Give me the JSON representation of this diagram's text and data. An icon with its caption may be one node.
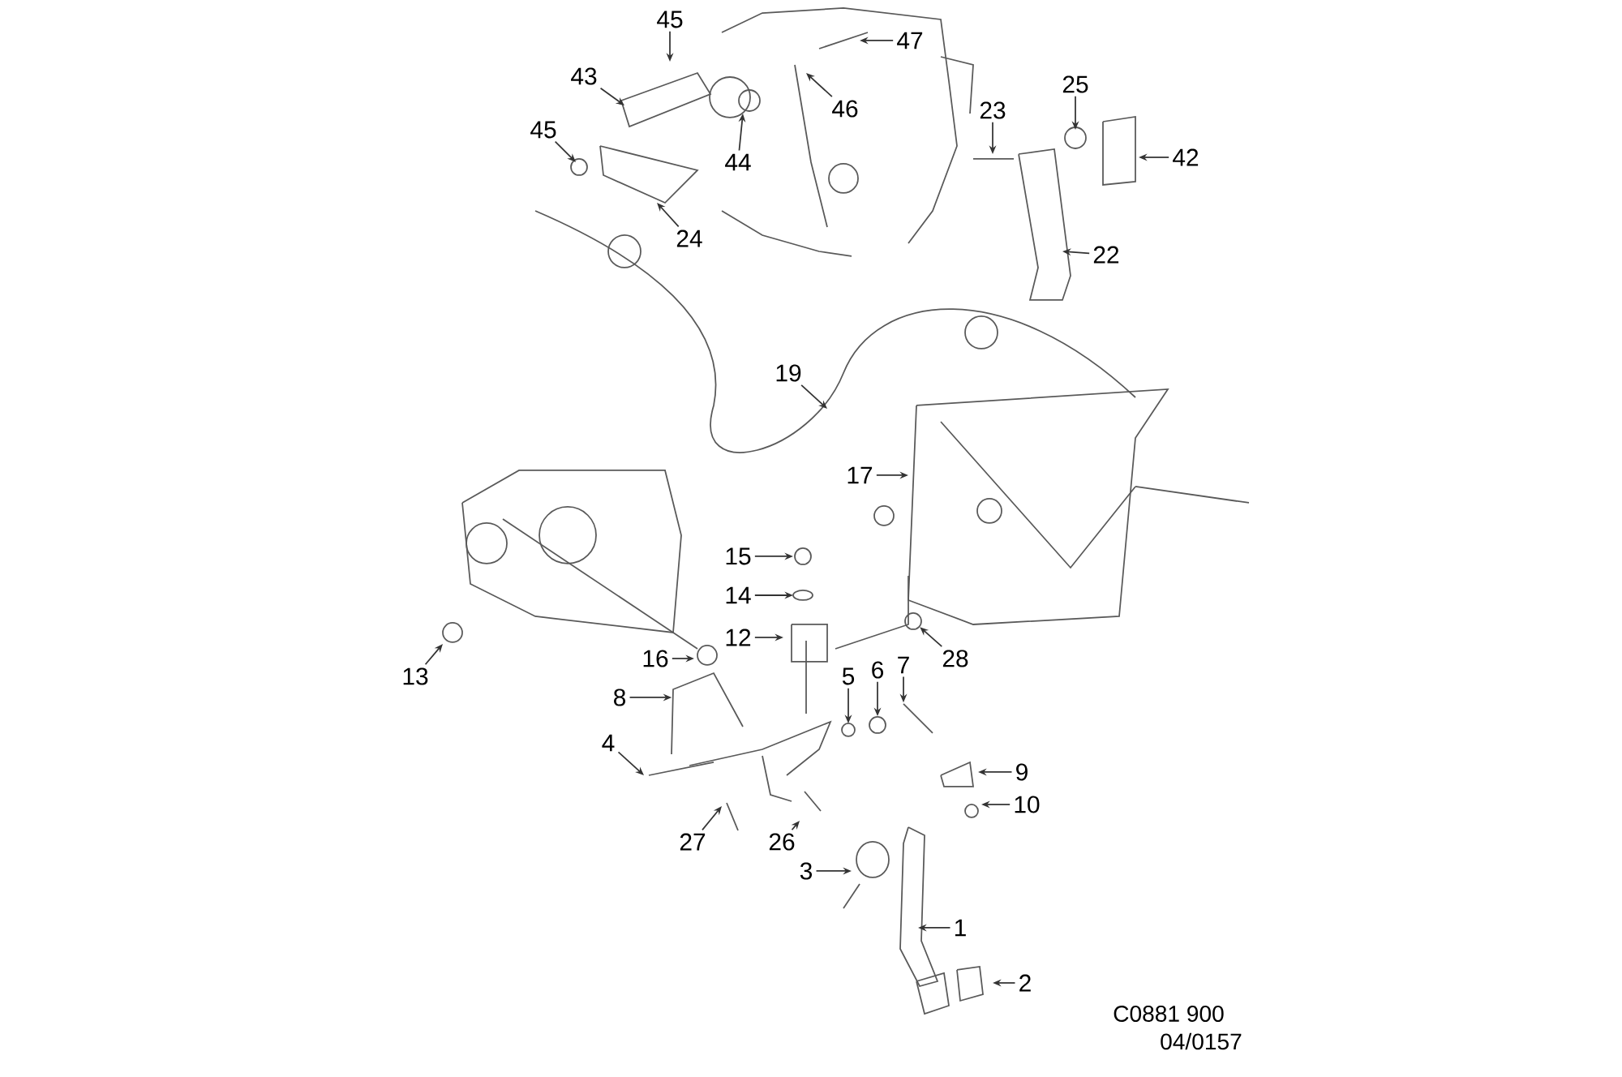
{
  "diagram": {
    "nodes": [
      {
        "text": [
          "45"
        ]
      },
      {
        "text": [
          "47"
        ]
      },
      {
        "text": [
          "43"
        ]
      },
      {
        "text": [
          "46"
        ]
      },
      {
        "text": [
          "44"
        ]
      },
      {
        "text": [
          "45"
        ]
      },
      {
        "text": [
          "24"
        ]
      },
      {
        "text": [
          "23"
        ]
      },
      {
        "text": [
          "25"
        ]
      },
      {
        "text": [
          "42"
        ]
      },
      {
        "text": [
          "22"
        ]
      },
      {
        "text": [
          "19"
        ]
      },
      {
        "text": [
          "17"
        ]
      },
      {
        "text": [
          "15"
        ]
      },
      {
        "text": [
          "14"
        ]
      },
      {
        "text": [
          "12"
        ]
      },
      {
        "text": [
          "28"
        ]
      },
      {
        "text": [
          "16"
        ]
      },
      {
        "text": [
          "13"
        ]
      },
      {
        "text": [
          "8"
        ]
      },
      {
        "text": [
          "5"
        ]
      },
      {
        "text": [
          "6"
        ]
      },
      {
        "text": [
          "7"
        ]
      },
      {
        "text": [
          "4"
        ]
      },
      {
        "text": [
          "9"
        ]
      },
      {
        "text": [
          "10"
        ]
      },
      {
        "text": [
          "27"
        ]
      },
      {
        "text": [
          "26"
        ]
      },
      {
        "text": [
          "3"
        ]
      },
      {
        "text": [
          "1"
        ]
      },
      {
        "text": [
          "2"
        ]
      },
      {
        "text": [],
        "shape": "circle"
      },
      {
        "text": [],
        "shape": "picture"
      },
      {
        "text": [],
        "shape": "circle"
      },
      {
        "text": [],
        "shape": "picture"
      }
    ],
    "edges": [
      {
        "from": 0,
        "to": null,
        "arrow": "to"
      },
      {
        "from": 1,
        "to": null,
        "arrow": "to"
      },
      {
        "from": 2,
        "to": null,
        "arrow": "to"
      },
      {
        "from": 3,
        "to": null,
        "arrow": "to"
      },
      {
        "from": 4,
        "to": null,
        "arrow": "to"
      },
      {
        "from": 5,
        "to": null,
        "arrow": "to"
      },
      {
        "from": 6,
        "to": null,
        "arrow": "to"
      },
      {
        "from": 7,
        "to": null,
        "arrow": "to"
      },
      {
        "from": 8,
        "to": null,
        "arrow": "to"
      },
      {
        "from": 9,
        "to": null,
        "arrow": "to"
      },
      {
        "from": 10,
        "to": null,
        "arrow": "to"
      },
      {
        "from": 11,
        "to": null,
        "arrow": "to"
      },
      {
        "from": 12,
        "to": null,
        "arrow": "to"
      },
      {
        "from": 13,
        "to": null,
        "arrow": "to"
      },
      {
        "from": 14,
        "to": null,
        "arrow": "to"
      },
      {
        "from": 15,
        "to": null,
        "arrow": "to"
      },
      {
        "from": 16,
        "to": 31,
        "arrow": "to"
      },
      {
        "from": 17,
        "to": null,
        "arrow": "to"
      },
      {
        "from": 18,
        "to": null,
        "arrow": "to"
      },
      {
        "from": 19,
        "to": 32,
        "arrow": "to"
      },
      {
        "from": 20,
        "to": null,
        "arrow": "to"
      },
      {
        "from": 21,
        "to": 33,
        "arrow": "to"
      },
      {
        "from": 22,
        "to": 34,
        "arrow": "to"
      },
      {
        "from": 23,
        "to": null,
        "arrow": "to"
      },
      {
        "from": 24,
        "to": null,
        "arrow": "to"
      },
      {
        "from": 25,
        "to": null,
        "arrow": "to"
      },
      {
        "from": 26,
        "to": null,
        "arrow": "to"
      },
      {
        "from": 27,
        "to": null,
        "arrow": "to"
      },
      {
        "from": 28,
        "to": null,
        "arrow": "to"
      },
      {
        "from": 29,
        "to": null,
        "arrow": "to"
      },
      {
        "from": 30,
        "to": null,
        "arrow": "to"
      }
    ],
    "labels": [
      "C0881 900",
      "04/0157"
    ]
  }
}
